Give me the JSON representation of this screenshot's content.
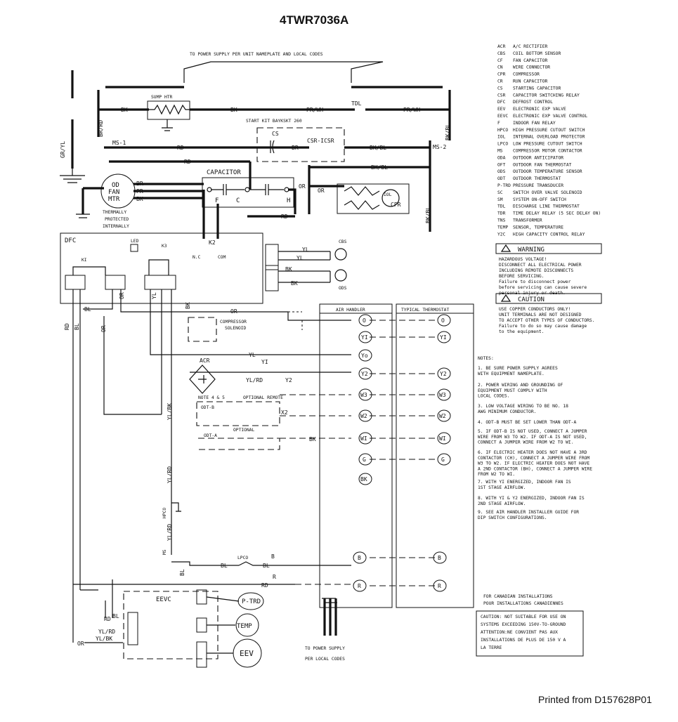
{
  "title": "4TWR7036A",
  "footer": "Printed from D157628P01",
  "power_supply_note": "TO POWER SUPPLY PER UNIT NAMEPLATE AND LOCAL CODES",
  "bottom_power_note": [
    "TO POWER SUPPLY",
    "PER LOCAL CODES"
  ],
  "components": {
    "sump_htr": "SUMP HTR",
    "start_kit": "START KIT BAYKSKT 260",
    "capacitor": "CAPACITOR",
    "cap_f": "F",
    "cap_c": "C",
    "cap_h": "H",
    "cs": "CS",
    "csr": "CSR-ICSR",
    "ms1": "MS-1",
    "ms2": "MS-2",
    "tdl": "TDL",
    "od_fan": [
      "OD",
      "FAN",
      "MTR"
    ],
    "thermally": [
      "THERMALLY",
      "PROTECTED",
      "INTERNALLY"
    ],
    "cpr": "CPR",
    "iol": "IOL",
    "dfc": "DFC",
    "led": "LED",
    "k1": "KI",
    "k3": "K3",
    "k2": "K2",
    "nc": "N.C",
    "com": "COM",
    "cbs": "CBS",
    "ods": "ODS",
    "comp_solenoid": [
      "COMPRESSOR",
      "SOLENOID"
    ],
    "acr": "ACR",
    "note45": "NOTE 4 & 5",
    "optional_remote": "OPTIONAL REMOTE",
    "odtb": "ODT-B",
    "odta": "ODT-A",
    "optional": "OPTIONAL",
    "hpco": "HPCO",
    "lpco": "LPCO",
    "ms": "MS",
    "eevc": "EEVC",
    "ptrd": "P-TRD",
    "temp": "TEMP",
    "eev": "EEV",
    "air_handler": "AIR HANDLER",
    "thermostat": "TYPICAL THERMOSTAT",
    "gr_yl": "GR/YL",
    "br_rd": "BR/RD",
    "bk_bl": "BK/BL",
    "x2": "X2",
    "y2": "Y2"
  },
  "terminals_ah": [
    "O",
    "YI",
    "Yo",
    "Y2",
    "W3",
    "W2",
    "WI",
    "G",
    "BK",
    "B",
    "R"
  ],
  "terminals_ts": [
    "O",
    "YI",
    "Y2",
    "W3",
    "W2",
    "WI",
    "G",
    "B",
    "R"
  ],
  "wire_labels": {
    "bk": "BK",
    "prwh": "PR/WH",
    "rd": "RD",
    "br": "BR",
    "pr": "PR",
    "or": "OR",
    "yl": "YL",
    "bl": "BL",
    "ylrd": "YL/RD",
    "ylbk": "YL/BK",
    "b": "B",
    "r": "R"
  },
  "legend": [
    [
      "ACR",
      "A/C RECTIFIER"
    ],
    [
      "CBS",
      "COIL BOTTOM SENSOR"
    ],
    [
      "CF",
      "FAN CAPACITOR"
    ],
    [
      "CN",
      "WIRE CONNECTOR"
    ],
    [
      "CPR",
      "COMPRESSOR"
    ],
    [
      "CR",
      "RUN CAPACITOR"
    ],
    [
      "CS",
      "STARTING CAPACITOR"
    ],
    [
      "CSR",
      "CAPACITOR SWITCHING RELAY"
    ],
    [
      "DFC",
      "DEFROST CONTROL"
    ],
    [
      "EEV",
      "ELECTRONIC EXP VALVE"
    ],
    [
      "EEVC",
      "ELECTRONIC EXP VALVE CONTROL"
    ],
    [
      "F",
      "INDOOR FAN RELAY"
    ],
    [
      "HPCO",
      "HIGH PRESSURE CUTOUT SWITCH"
    ],
    [
      "IOL",
      "INTERNAL OVERLOAD PROTECTOR"
    ],
    [
      "LPCO",
      "LOW PRESSURE CUTOUT SWITCH"
    ],
    [
      "MS",
      "COMPRESSOR MOTOR CONTACTOR"
    ],
    [
      "ODA",
      "OUTDOOR ANTICIPATOR"
    ],
    [
      "OFT",
      "OUTDOOR FAN THERMOSTAT"
    ],
    [
      "ODS",
      "OUTDOOR TEMPERATURE SENSOR"
    ],
    [
      "ODT",
      "OUTDOOR THERMOSTAT"
    ],
    [
      "P-TRD",
      "PRESSURE TRANSDUCER"
    ],
    [
      "SC",
      "SWITCH OVER VALVE SOLENOID"
    ],
    [
      "SM",
      "SYSTEM ON-OFF SWITCH"
    ],
    [
      "TDL",
      "DISCHARGE LINE THERMOSTAT"
    ],
    [
      "TDR",
      "TIME DELAY RELAY (5 SEC DELAY ON)"
    ],
    [
      "TNS",
      "TRANSFORMER"
    ],
    [
      "TEMP",
      "SENSOR, TEMPERATURE"
    ],
    [
      "Y2C",
      "HIGH CAPACITY CONTROL RELAY"
    ]
  ],
  "warning": {
    "heading": "WARNING",
    "lines": [
      "HAZARDOUS VOLTAGE!",
      "DISCONNECT ALL ELECTRICAL POWER",
      "INCLUDING REMOTE DISCONNECTS",
      "BEFORE SERVICING.",
      "Failure to disconnect power",
      "before servicing can cause severe",
      "personal injury or death."
    ]
  },
  "caution": {
    "heading": "CAUTION",
    "lines": [
      "USE COPPER CONDUCTORS ONLY!",
      "UNIT TERMINALS ARE NOT DESIGNED",
      "TO ACCEPT OTHER TYPES OF CONDUCTORS.",
      "Failure to do so may cause damage",
      "to the equipment."
    ]
  },
  "notes_title": "NOTES:",
  "notes": [
    [
      "1.  BE SURE POWER SUPPLY AGREES",
      "WITH EQUIPMENT NAMEPLATE."
    ],
    [
      "2.  POWER WIRING AND GROUNDING OF",
      "EQUIPMENT MUST COMPLY WITH",
      "LOCAL CODES."
    ],
    [
      "3.  LOW VOLTAGE WIRING TO BE NO. 18",
      "AWG MINIMUM CONDUCTOR."
    ],
    [
      "4.  ODT-B MUST BE SET LOWER THAN ODT-A"
    ],
    [
      "5.  IF ODT-B IS NOT USED, CONNECT A JUMPER",
      "WIRE FROM W3 TO W2. IF ODT-A IS NOT USED,",
      "CONNECT A JUMPER WIRE FROM W2 TO WI."
    ],
    [
      "6.  IF ELECTRIC HEATER DOES NOT HAVE A 3RD",
      "CONTACTOR (CH), CONNECT A JUMPER WIRE FROM",
      "W3 TO W2. IF ELECTRIC HEATER DOES NOT HAVE",
      "A 2ND CONTACTOR (BH), CONNECT A JUMPER WIRE",
      "FROM W2 TO WI."
    ],
    [
      "7.  WITH YI ENERGIZED, INDOOR FAN IS",
      "1ST STAGE AIRFLOW."
    ],
    [
      "8.  WITH YI & Y2 ENERGIZED, INDOOR FAN IS",
      "2ND STAGE AIRFLOW."
    ],
    [
      "9.  SEE AIR HANDLER INSTALLER GUIDE FOR",
      "DIP SWITCH CONFIGURATIONS."
    ]
  ],
  "canadian": [
    "FOR CANADIAN INSTALLATIONS",
    "POUR INSTALLATIONS CANADIENNES"
  ],
  "canada_caution": [
    "CAUTION: NOT SUITABLE FOR USE ON",
    "SYSTEMS EXCEEDING 150V-TO-GROUND",
    "ATTENTION:NE CONVIENT PAS AUX",
    "INSTALLATIONS DE PLUS DE 150 V A",
    "LA TERRE"
  ]
}
